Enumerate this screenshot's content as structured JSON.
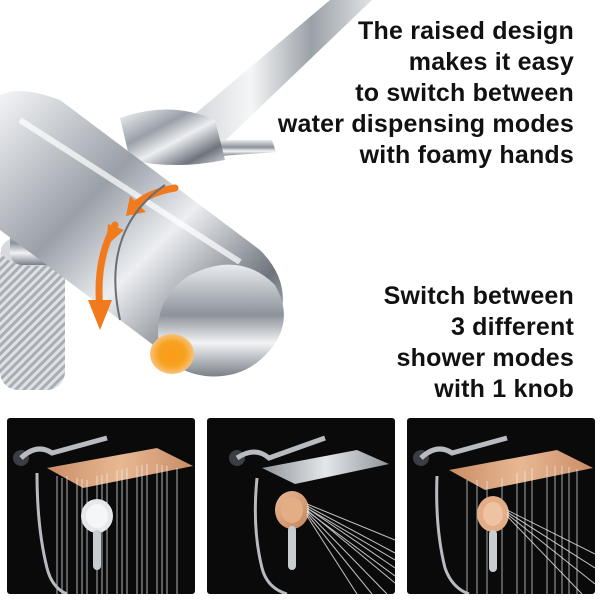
{
  "captions": {
    "top": [
      "The raised design",
      "makes it easy",
      "to switch between",
      "water dispensing modes",
      "with foamy hands"
    ],
    "bottom": [
      "Switch between",
      "3 different",
      "shower modes",
      "with 1 knob"
    ]
  },
  "colors": {
    "accent_orange": "#f07a1c",
    "knob_glow": "#f6a21e",
    "panel_background": "#0a0a0a",
    "rose_gold": "#d9a27a",
    "chrome": "#c9ccd1"
  },
  "modes": [
    {
      "icon": "rain-shower-head-icon",
      "active": "rainfall"
    },
    {
      "icon": "handheld-spray-icon",
      "active": "handheld"
    },
    {
      "icon": "dual-spray-icon",
      "active": "both"
    }
  ]
}
